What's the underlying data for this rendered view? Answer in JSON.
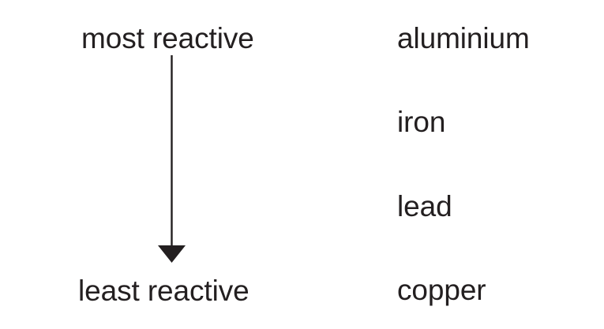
{
  "diagram": {
    "type": "reactivity-series",
    "background_color": "#ffffff",
    "text_color": "#231f20",
    "scale": {
      "top_label": "most reactive",
      "bottom_label": "least reactive",
      "arrow": {
        "direction": "down",
        "color": "#231f20",
        "name": "decreasing-reactivity-arrow"
      }
    },
    "metals": [
      {
        "name": "aluminium",
        "rank": 1
      },
      {
        "name": "iron",
        "rank": 2
      },
      {
        "name": "lead",
        "rank": 3
      },
      {
        "name": "copper",
        "rank": 4
      }
    ]
  }
}
